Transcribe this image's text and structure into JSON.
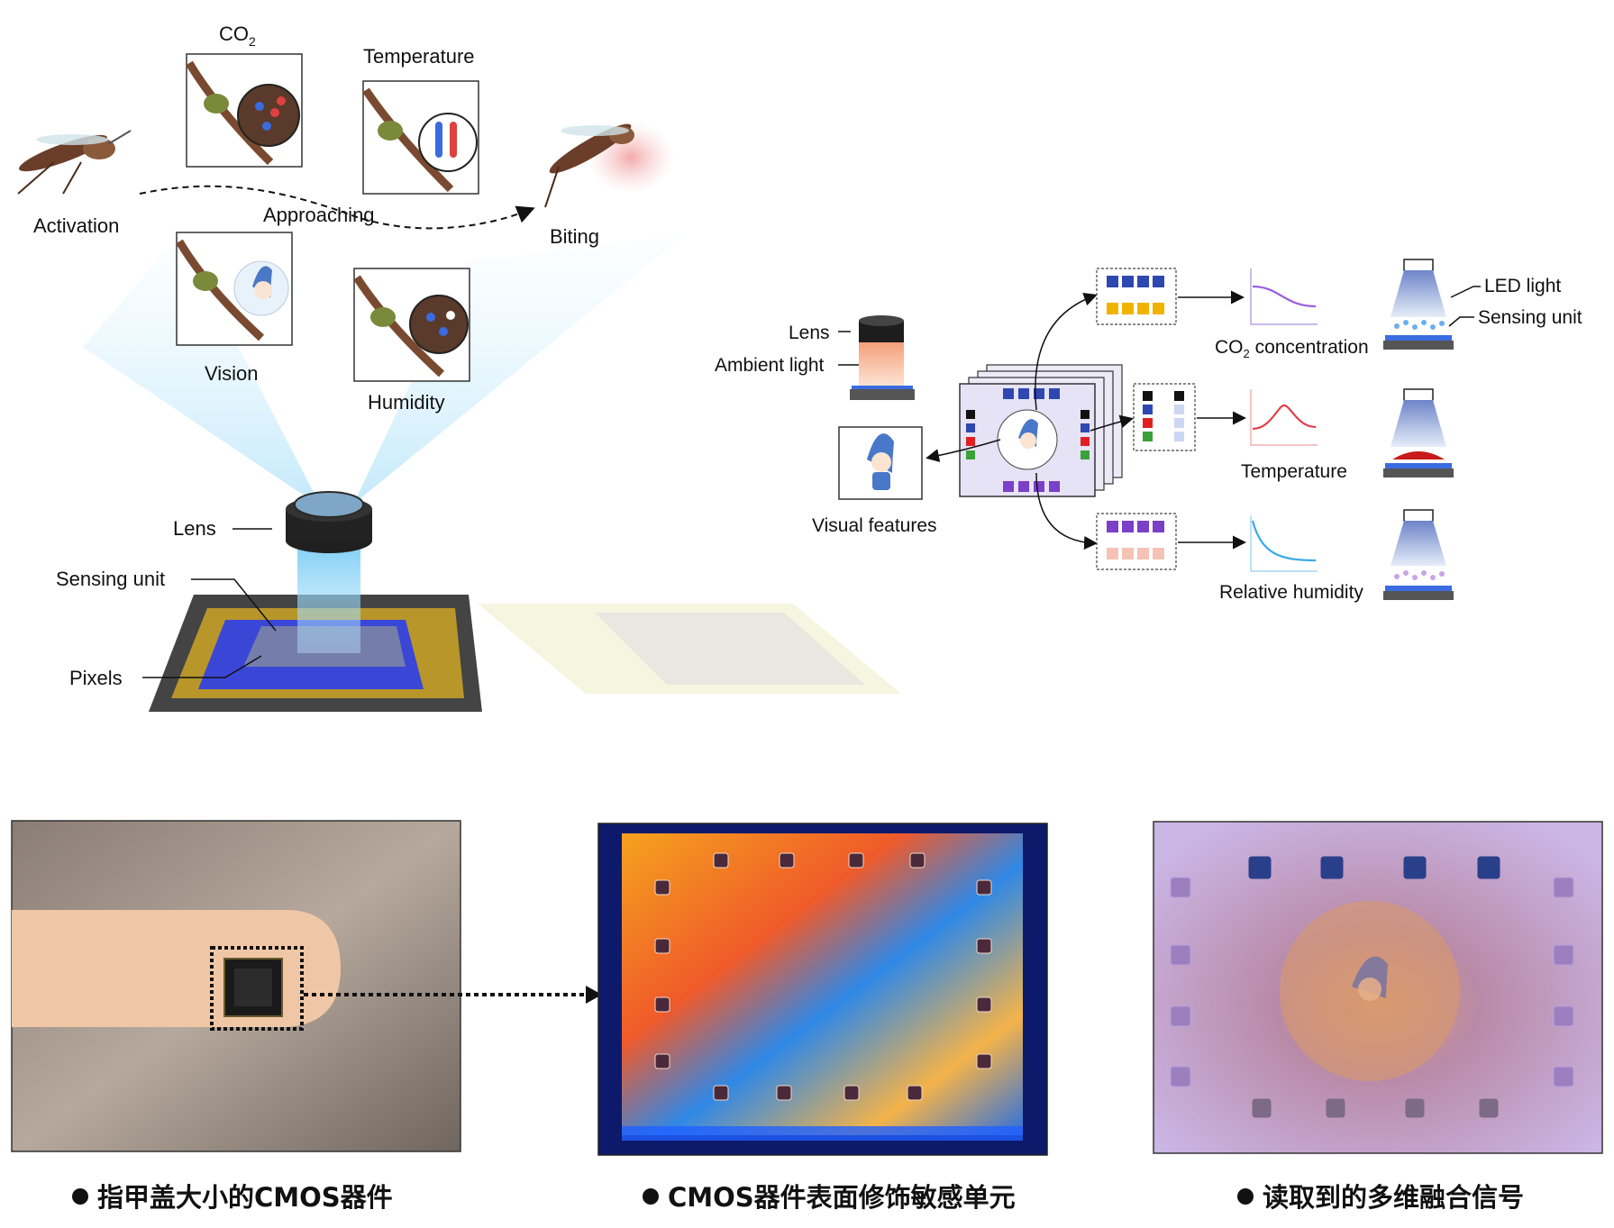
{
  "behavior": {
    "stage_labels": {
      "activation": "Activation",
      "approaching": "Approaching",
      "biting": "Biting"
    },
    "cue_labels": {
      "co2_prefix": "CO",
      "co2_sub": "2",
      "temperature": "Temperature",
      "vision": "Vision",
      "humidity": "Humidity"
    }
  },
  "chip": {
    "labels": {
      "lens": "Lens",
      "sensing_unit": "Sensing unit",
      "pixels": "Pixels"
    }
  },
  "workflow": {
    "labels": {
      "lens": "Lens",
      "ambient_light": "Ambient light",
      "visual_features": "Visual features",
      "co2_prefix": "CO",
      "co2_sub": "2",
      "co2_suffix": " concentration",
      "temperature": "Temperature",
      "relative_humidity": "Relative humidity",
      "led_light": "LED light",
      "sensing_unit": "Sensing unit"
    }
  },
  "photos": {
    "captions": [
      "指甲盖大小的CMOS器件",
      "CMOS器件表面修饰敏感单元",
      "读取到的多维融合信号"
    ]
  },
  "colors": {
    "beam": "#9fdcf5",
    "chip_blue": "#3a47d6",
    "co2_curve": "#9a5fe0",
    "temp_curve": "#e0404a",
    "humidity_curve": "#3aa8e8",
    "marker_blue": "#2f47b0",
    "marker_red": "#e02020",
    "marker_green": "#3aa23a",
    "marker_purple": "#7b3fc8",
    "marker_yellow": "#f0b400"
  }
}
